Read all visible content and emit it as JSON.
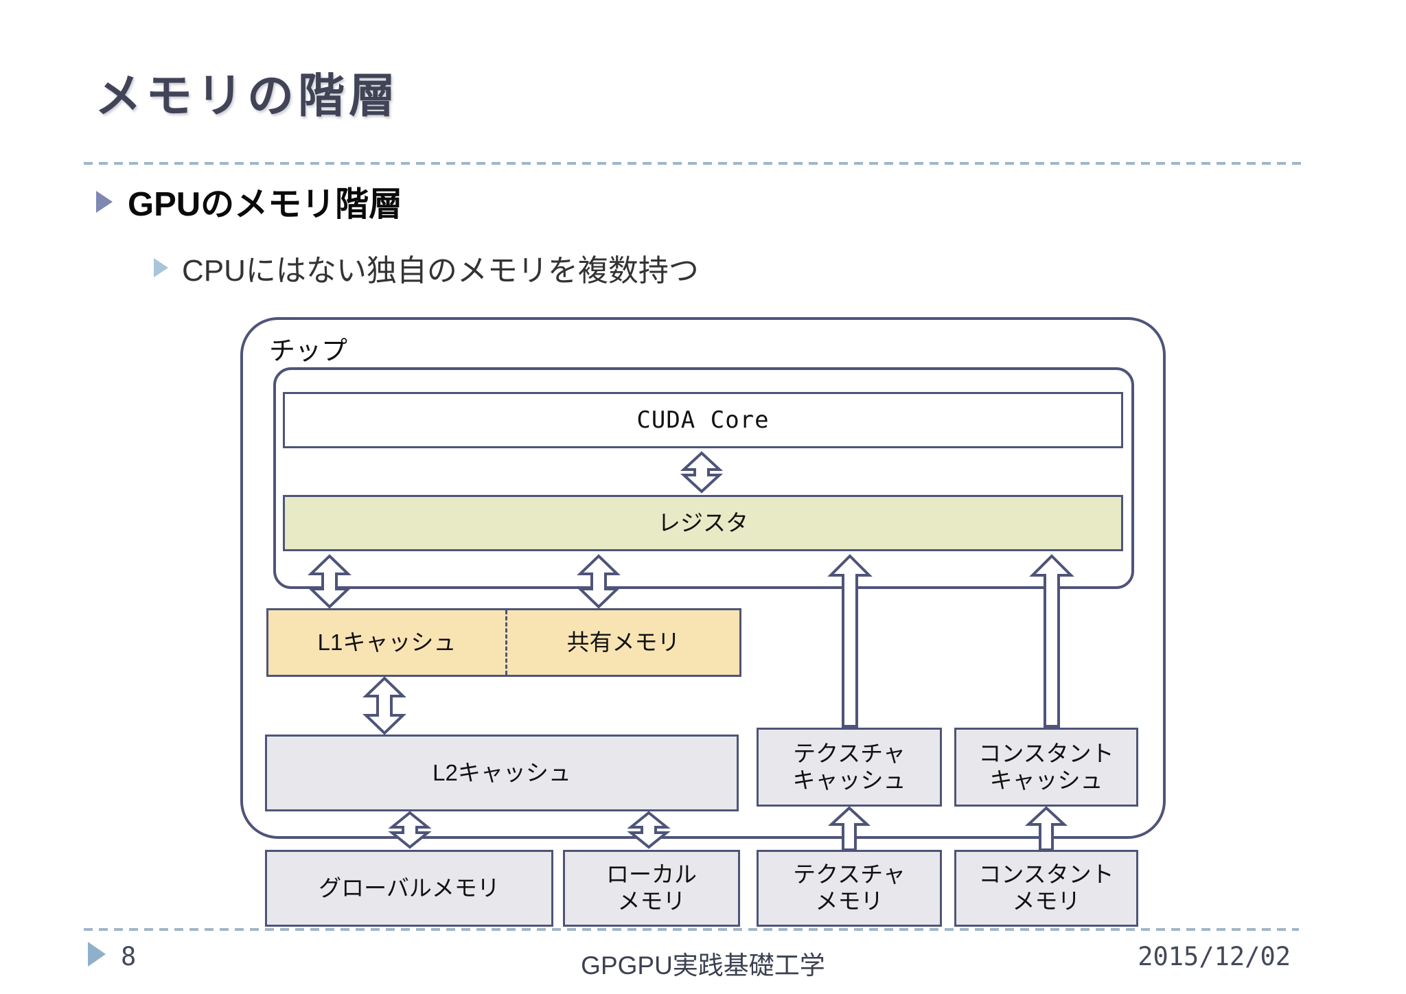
{
  "colors": {
    "line": "#4e5479",
    "register_fill": "#e8eac5",
    "l1_fill": "#f8e3b3",
    "gray_fill": "#e8e8ec",
    "dash": "#9fb6c9",
    "title_color": "#414456",
    "bullet1_marker": "#7f88b3",
    "bullet2_marker": "#a8c5da",
    "footer_marker": "#8fb0ca",
    "footer_text": "#44485a"
  },
  "title": "メモリの階層",
  "bullets": {
    "level1": "GPUのメモリ階層",
    "level2": "CPUにはない独自のメモリを複数持つ"
  },
  "diagram": {
    "chip_label": "チップ",
    "cuda_core": "CUDA Core",
    "register": "レジスタ",
    "l1_cache": "L1キャッシュ",
    "shared_memory": "共有メモリ",
    "l2_cache": "L2キャッシュ",
    "texture_cache_line1": "テクスチャ",
    "texture_cache_line2": "キャッシュ",
    "constant_cache_line1": "コンスタント",
    "constant_cache_line2": "キャッシュ",
    "global_memory": "グローバルメモリ",
    "local_memory_line1": "ローカル",
    "local_memory_line2": "メモリ",
    "texture_memory_line1": "テクスチャ",
    "texture_memory_line2": "メモリ",
    "constant_memory_line1": "コンスタント",
    "constant_memory_line2": "メモリ"
  },
  "footer": {
    "page_number": "8",
    "course_title": "GPGPU実践基礎工学",
    "date": "2015/12/02"
  }
}
